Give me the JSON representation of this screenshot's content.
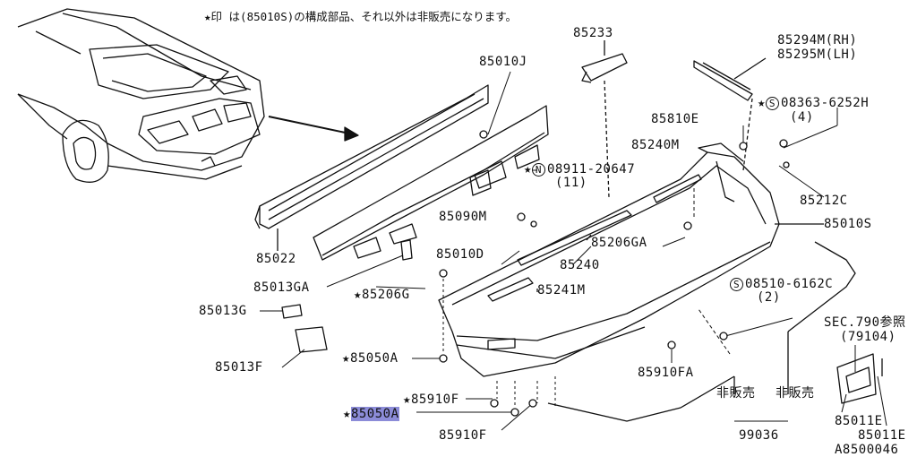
{
  "note": "★印 は(85010S)の構成部品、それ以外は非販売になります。",
  "labels": {
    "p85233": "85233",
    "p85294m": "85294M(RH)",
    "p85295m": "85295M(LH)",
    "p85010j": "85010J",
    "p08363": "08363-6252H",
    "p08363q": "(4)",
    "p85810e": "85810E",
    "p85240m": "85240M",
    "p08911": "08911-20647",
    "p08911q": "(11)",
    "p85212c": "85212C",
    "p85090m": "85090M",
    "p85010s": "85010S",
    "p85022": "85022",
    "p85206ga": "85206GA",
    "p85010d": "85010D",
    "p85240": "85240",
    "p85013ga": "85013GA",
    "p85241m": "85241M",
    "p85206g": "85206G",
    "p08510": "08510-6162C",
    "p08510q": "(2)",
    "p85013g": "85013G",
    "sec790": "SEC.790参照",
    "sec790n": "(79104)",
    "p85050a1": "85050A",
    "p85013f": "85013F",
    "p85910fa": "85910FA",
    "p85910f1": "85910F",
    "p85050a2": "85050A",
    "p85910f2": "85910F",
    "hanbai1": "非販売",
    "hanbai2": "非販売",
    "p99036": "99036",
    "p85011e1": "85011E",
    "p85011e2": "85011E",
    "code": "A8500046"
  },
  "symbols": {
    "star": "★",
    "s": "S",
    "n": "N"
  }
}
